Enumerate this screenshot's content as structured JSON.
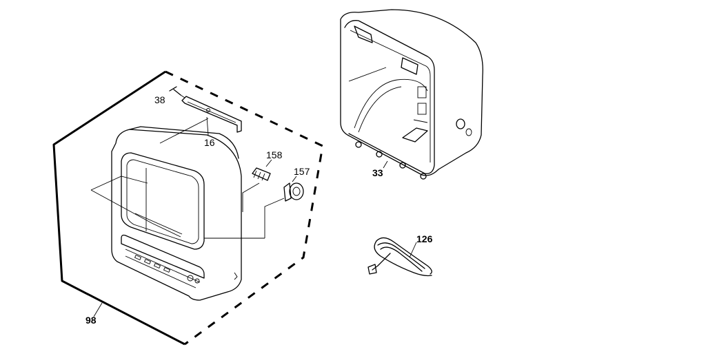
{
  "diagram": {
    "labels": {
      "p38": "38",
      "p16": "16",
      "p158": "158",
      "p157": "157",
      "p33": "33",
      "p126": "126",
      "p98": "98"
    }
  }
}
